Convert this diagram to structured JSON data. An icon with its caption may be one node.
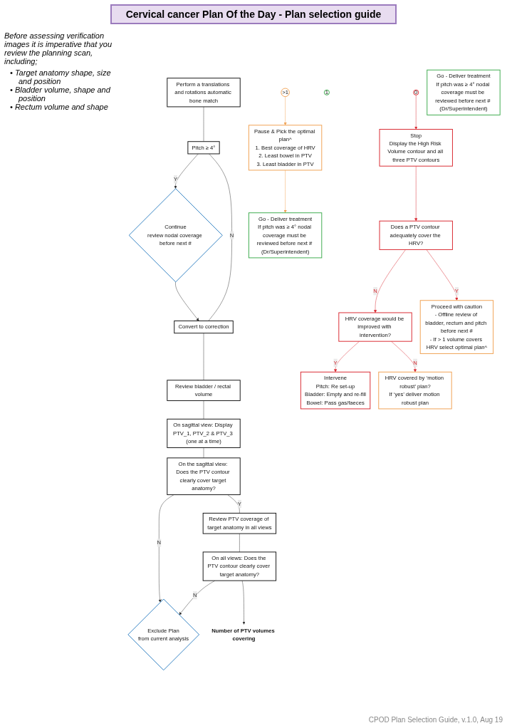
{
  "diagram": {
    "title": "Cervical cancer Plan Of the Day - Plan selection guide",
    "caption": "CPOD Plan Selection Guide, v.1.0, Aug 19",
    "nodes": [
      {
        "text": [
          "Perform a translations and rotations automatic bone match"
        ]
      },
      {
        "text": [
          "Pitch ≥ 4°"
        ]
      },
      {
        "text": [
          "Continue",
          "review nodal coverage before next #"
        ]
      },
      {
        "text": [
          "Convert to correction"
        ]
      },
      {
        "text": [
          "Review bladder / rectal volume"
        ]
      },
      {
        "text": [
          "On sagittal view: Display PTV_1, PTV_2 & PTV_3 (one at a time)"
        ]
      },
      {
        "text": [
          "On the sagittal view: Does the PTV contour clearly cover target anatomy?"
        ]
      },
      {
        "text": [
          "Exclude Plan",
          "from current analysis"
        ]
      },
      {
        "text": [
          "Review PTV coverage of target anatomy in all views"
        ]
      },
      {
        "text": [
          "On all views: Does the PTV contour clearly cover target anatomy?"
        ]
      },
      {
        "text": [
          "Number of PTV volumes covering"
        ]
      },
      {
        "text": [
          "0"
        ]
      },
      {
        "text": [
          "1"
        ]
      },
      {
        "text": [
          ">1"
        ]
      },
      {
        "text": [
          "Stop",
          "Display the High Risk Volume contour and all three PTV contours"
        ]
      },
      {
        "text": [
          "Go - Deliver treatment",
          "If pitch was ≥ 4° nodal coverage must be reviewed before next # (Dr/Superintendent)"
        ]
      },
      {
        "text": [
          "Pause & Pick the optimal plan^",
          "1. Best coverage of HRV",
          "2. Least bowel in PTV",
          "3. Least bladder in PTV"
        ]
      },
      {
        "text": [
          "Go - Deliver treatment",
          "If pitch was ≥ 4° nodal coverage must be reviewed before next # (Dr/Superintendent)"
        ]
      },
      {
        "text": [
          "Does a PTV contour adequately cover the HRV?"
        ]
      },
      {
        "text": [
          "HRV coverage would be improved with intervention?"
        ]
      },
      {
        "text": [
          "Proceed with caution",
          "- Offline review of bladder, rectum and pitch before next #",
          "- If > 1 volume covers HRV select optimal plan^"
        ]
      },
      {
        "text": [
          "Intervene",
          "Pitch: Re set-up",
          "Bladder: Empty and re-fill",
          "Bowel: Pass gas/faeces"
        ]
      },
      {
        "text": [
          "HRV covered by ‘motion robust’ plan?",
          "If ‘yes’ deliver motion robust plan"
        ]
      }
    ],
    "edges": [
      {
        "from": 0,
        "to": 1,
        "arrow": "none"
      },
      {
        "from": 1,
        "to": 2,
        "arrow": "to",
        "label": "Y"
      },
      {
        "from": 1,
        "to": 3,
        "arrow": "none",
        "label": "N"
      },
      {
        "from": 2,
        "to": 3,
        "arrow": "to"
      },
      {
        "from": 3,
        "to": 4,
        "arrow": "none"
      },
      {
        "from": 4,
        "to": 5,
        "arrow": "none"
      },
      {
        "from": 5,
        "to": 6,
        "arrow": "none"
      },
      {
        "from": 6,
        "to": 7,
        "arrow": "to",
        "label": "N"
      },
      {
        "from": 6,
        "to": 8,
        "arrow": "none",
        "label": "Y"
      },
      {
        "from": 8,
        "to": 9,
        "arrow": "none"
      },
      {
        "from": 9,
        "to": 7,
        "arrow": "to",
        "label": "N"
      },
      {
        "from": 9,
        "to": 10,
        "arrow": "to"
      },
      {
        "from": 11,
        "to": 14,
        "arrow": "to",
        "color": "#d9262e"
      },
      {
        "from": 13,
        "to": 16,
        "arrow": "to",
        "color": "#f0a050"
      },
      {
        "from": 14,
        "to": 18,
        "arrow": "to",
        "color": "#d9262e"
      },
      {
        "from": 18,
        "to": 19,
        "arrow": "to",
        "label": "N",
        "color": "#d9262e"
      },
      {
        "from": 18,
        "to": 20,
        "arrow": "to",
        "label": "Y",
        "color": "#d9262e"
      },
      {
        "from": 19,
        "to": 21,
        "arrow": "to",
        "label": "Y",
        "color": "#d9262e"
      },
      {
        "from": 19,
        "to": 22,
        "arrow": "to",
        "label": "N",
        "color": "#d9262e"
      },
      {
        "from": 16,
        "to": 17,
        "arrow": "to",
        "color": "#f0a050"
      }
    ],
    "labels": [
      "Before assessing verification images it is imperative that you review the planning scan, including;",
      "• Target anatomy shape, size and position",
      "• Bladder volume, shape and position",
      "• Rectum volume and shape"
    ]
  }
}
